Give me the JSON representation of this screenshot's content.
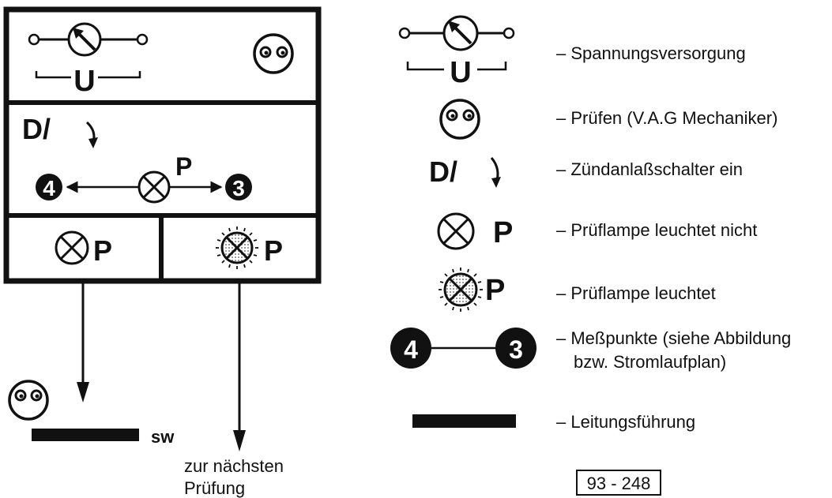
{
  "flow": {
    "step_top_label": "U",
    "key_label": "D/",
    "lamp_label": "P",
    "point_from": "4",
    "point_to": "3",
    "wire_color_label": "sw",
    "next_test_line1": "zur nächsten",
    "next_test_line2": "Prüfung"
  },
  "legend": {
    "items": [
      {
        "icon": "voltage-supply-icon",
        "text": "– Spannungsversorgung"
      },
      {
        "icon": "check-face-icon",
        "text": "– Prüfen (V.A.G Mechaniker)"
      },
      {
        "icon": "ignition-switch-icon",
        "text": "– Zündanlaßschalter ein"
      },
      {
        "icon": "test-lamp-off-icon",
        "text": "– Prüflampe leuchtet nicht"
      },
      {
        "icon": "test-lamp-on-icon",
        "text": "– Prüflampe leuchtet"
      },
      {
        "icon": "measuring-points-icon",
        "text": "– Meßpunkte (siehe Abbildung",
        "text2": "bzw. Stromlaufplan)"
      },
      {
        "icon": "wire-routing-icon",
        "text": "– Leitungsführung"
      }
    ],
    "symbol_labels": {
      "u": "U",
      "key": "D/",
      "p": "P",
      "from": "4",
      "to": "3"
    }
  },
  "figure_number": "93 - 248"
}
